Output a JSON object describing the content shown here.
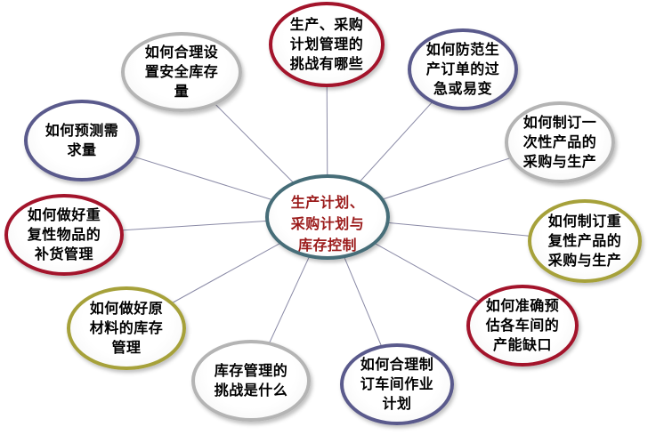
{
  "center": {
    "text": "生产计划、\n采购计划与\n库存控制",
    "color": "#466d78"
  },
  "nodes": [
    {
      "id": "n1",
      "text": "生产、采购\n计划管理的\n挑战有哪些",
      "color": "#a3142b"
    },
    {
      "id": "n2",
      "text": "如何防范生\n产订单的过\n急或易变",
      "color": "#5a5a8c"
    },
    {
      "id": "n3",
      "text": "如何制订一\n次性产品的\n采购与生产",
      "color": "#b4b4b4"
    },
    {
      "id": "n4",
      "text": "如何制订重\n复性产品的\n采购与生产",
      "color": "#a6a13a"
    },
    {
      "id": "n5",
      "text": "如何准确预\n估各车间的\n产能缺口",
      "color": "#a3142b"
    },
    {
      "id": "n6",
      "text": "如何合理制\n订车间作业\n计划",
      "color": "#5a5a8c"
    },
    {
      "id": "n7",
      "text": "库存管理的\n挑战是什么",
      "color": "#b4b4b4"
    },
    {
      "id": "n8",
      "text": "如何做好原\n材料的库存\n管理",
      "color": "#a6a13a"
    },
    {
      "id": "n9",
      "text": "如何做好重\n复性物品的\n补货管理",
      "color": "#a3142b"
    },
    {
      "id": "n10",
      "text": "如何预测需\n求量",
      "color": "#5a5a8c"
    },
    {
      "id": "n11",
      "text": "如何合理设\n置安全库存\n量",
      "color": "#b4b4b4"
    }
  ]
}
